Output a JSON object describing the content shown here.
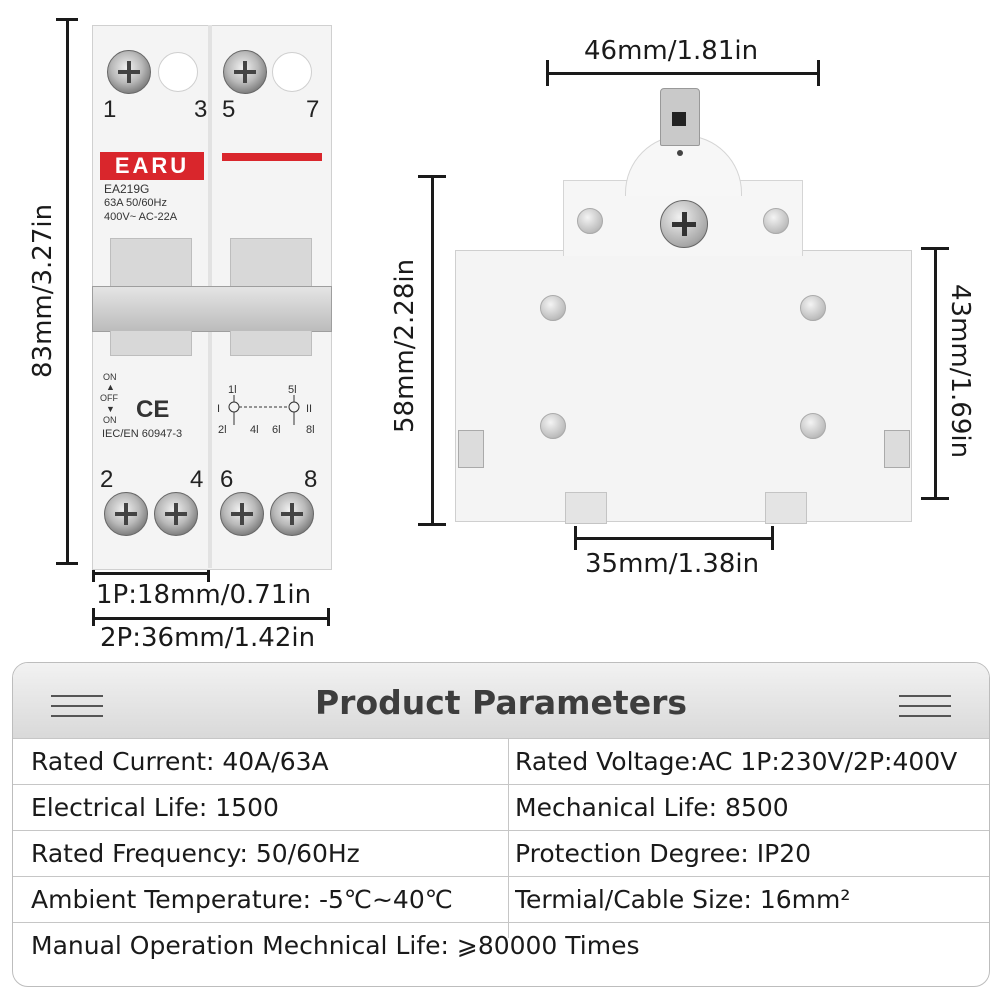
{
  "dimensions": {
    "height_front": "83mm/3.27in",
    "width_1p": "1P:18mm/0.71in",
    "width_2p": "2P:36mm/1.42in",
    "width_top": "46mm/1.81in",
    "height_side": "58mm/2.28in",
    "height_body": "43mm/1.69in",
    "width_rail": "35mm/1.38in"
  },
  "breaker": {
    "brand": "EARU",
    "model": "EA219G",
    "rating": "63A 50/60Hz",
    "voltage": "400V~  AC-22A",
    "terminals_top": [
      "1",
      "3",
      "5",
      "7"
    ],
    "terminals_bottom": [
      "2",
      "4",
      "6",
      "8"
    ],
    "state_on_top": "ON",
    "state_off": "OFF",
    "state_on_bottom": "ON",
    "ce_mark": "CE",
    "standard": "IEC/EN 60947-3",
    "diagram_labels": {
      "t1": "1l",
      "t5": "5l",
      "pos_1": "I",
      "pos_2": "II",
      "bottom": [
        "2l",
        "4l",
        "6l",
        "8l"
      ]
    }
  },
  "parameters": {
    "title": "Product Parameters",
    "rows": [
      {
        "left": "Rated Current: 40A/63A",
        "right": "Rated Voltage:AC 1P:230V/2P:400V"
      },
      {
        "left": "Electrical Life: 1500",
        "right": "Mechanical Life: 8500"
      },
      {
        "left": "Rated Frequency: 50/60Hz",
        "right": "Protection Degree: IP20"
      },
      {
        "left": "Ambient Temperature: -5℃~40℃",
        "right": "Termial/Cable Size: 16mm²"
      }
    ],
    "full_row": "Manual Operation Mechnical Life: ⩾80000 Times"
  },
  "icons": [
    "terminal-screw-icon",
    "menu-lines-icon",
    "arrow-up-icon",
    "arrow-down-icon"
  ]
}
